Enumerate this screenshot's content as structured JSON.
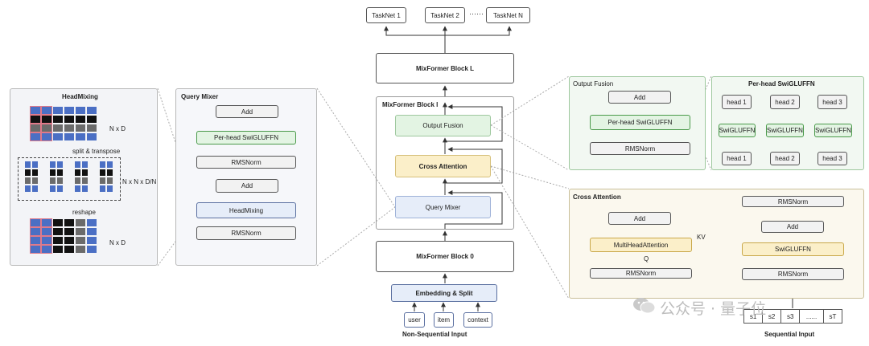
{
  "tasknets": [
    "TaskNet 1",
    "TaskNet 2",
    "TaskNet N"
  ],
  "tasknet_dots": "······",
  "center": {
    "block_l": "MixFormer Block L",
    "block_l_inner": "MixFormer Block l",
    "output_fusion": "Output Fusion",
    "cross_attention": "Cross Attention",
    "query_mixer": "Query Mixer",
    "block_0": "MixFormer Block 0",
    "embedding": "Embedding & Split",
    "inputs": [
      "user",
      "item",
      "context"
    ],
    "input_caption": "Non-Sequential Input"
  },
  "headmixing": {
    "title": "HeadMixing",
    "nd_top": "N x D",
    "split_label": "split & transpose",
    "nnd": "N x N x D/N",
    "reshape_label": "reshape",
    "nd_bottom": "N x D"
  },
  "query_mixer_panel": {
    "title": "Query Mixer",
    "add_top": "Add",
    "perhead": "Per-head SwiGLUFFN",
    "rms_top": "RMSNorm",
    "add_bottom": "Add",
    "headmixing": "HeadMixing",
    "rms_bottom": "RMSNorm"
  },
  "output_fusion_panel": {
    "title": "Output Fusion",
    "add": "Add",
    "perhead": "Per-head SwiGLUFFN",
    "rms": "RMSNorm"
  },
  "perhead_panel": {
    "title": "Per-head SwiGLUFFN",
    "heads_top": [
      "head 1",
      "head 2",
      "head 3"
    ],
    "swiglu": [
      "SwiGLUFFN",
      "SwiGLUFFN",
      "SwiGLUFFN"
    ],
    "heads_bottom": [
      "head 1",
      "head 2",
      "head 3"
    ]
  },
  "cross_attention_panel": {
    "title": "Cross Attention",
    "add_left": "Add",
    "mha": "MultiHeadAttention",
    "rms_left": "RMSNorm",
    "kv": "KV",
    "q": "Q",
    "rms_right_top": "RMSNorm",
    "add_right": "Add",
    "swiglu": "SwiGLUFFN",
    "rms_right_bottom": "RMSNorm"
  },
  "sequential": {
    "tokens": [
      "s1",
      "s2",
      "s3",
      "......",
      "sT"
    ],
    "caption": "Sequential Input"
  },
  "watermark": "公众号 · 量子位",
  "colors": {
    "green_fill": "#e3f4e3",
    "green_border": "#4a9a4a",
    "blue_fill": "#e6edf9",
    "yellow_fill": "#fbefc9",
    "cell_blue": "#4b6fc4",
    "cell_black": "#111111",
    "cell_gray": "#6b6b6b",
    "highlight": "#e07a8a"
  }
}
